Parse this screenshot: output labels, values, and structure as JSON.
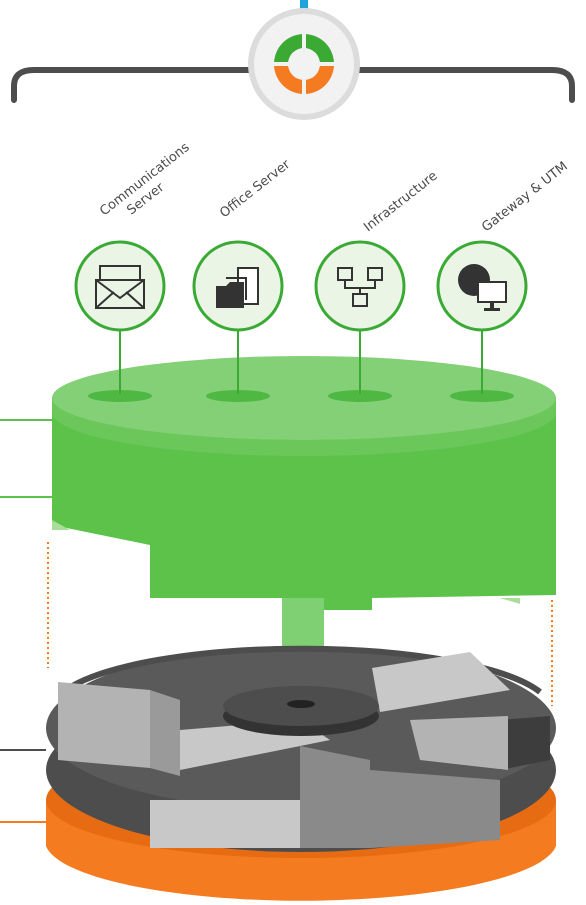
{
  "modules": [
    {
      "line1": "Communications",
      "line2": "Server",
      "icon": "envelope-icon"
    },
    {
      "line1": "Office Server",
      "line2": "",
      "icon": "folders-icon"
    },
    {
      "line1": "Infrastructure",
      "line2": "",
      "icon": "network-icon"
    },
    {
      "line1": "Gateway & UTM",
      "line2": "",
      "icon": "globe-monitor-icon"
    }
  ],
  "colors": {
    "green_light": "#7fcf73",
    "green": "#5cc24a",
    "green_dark": "#3aaa35",
    "orange": "#f47b20",
    "gray_dark": "#4d4d4d",
    "gray_mid": "#8a8a8a",
    "gray_light": "#c8c8c8",
    "blue": "#1fa3db",
    "icon_bg": "#eaf5e6",
    "icon_border": "#3aaa35"
  }
}
